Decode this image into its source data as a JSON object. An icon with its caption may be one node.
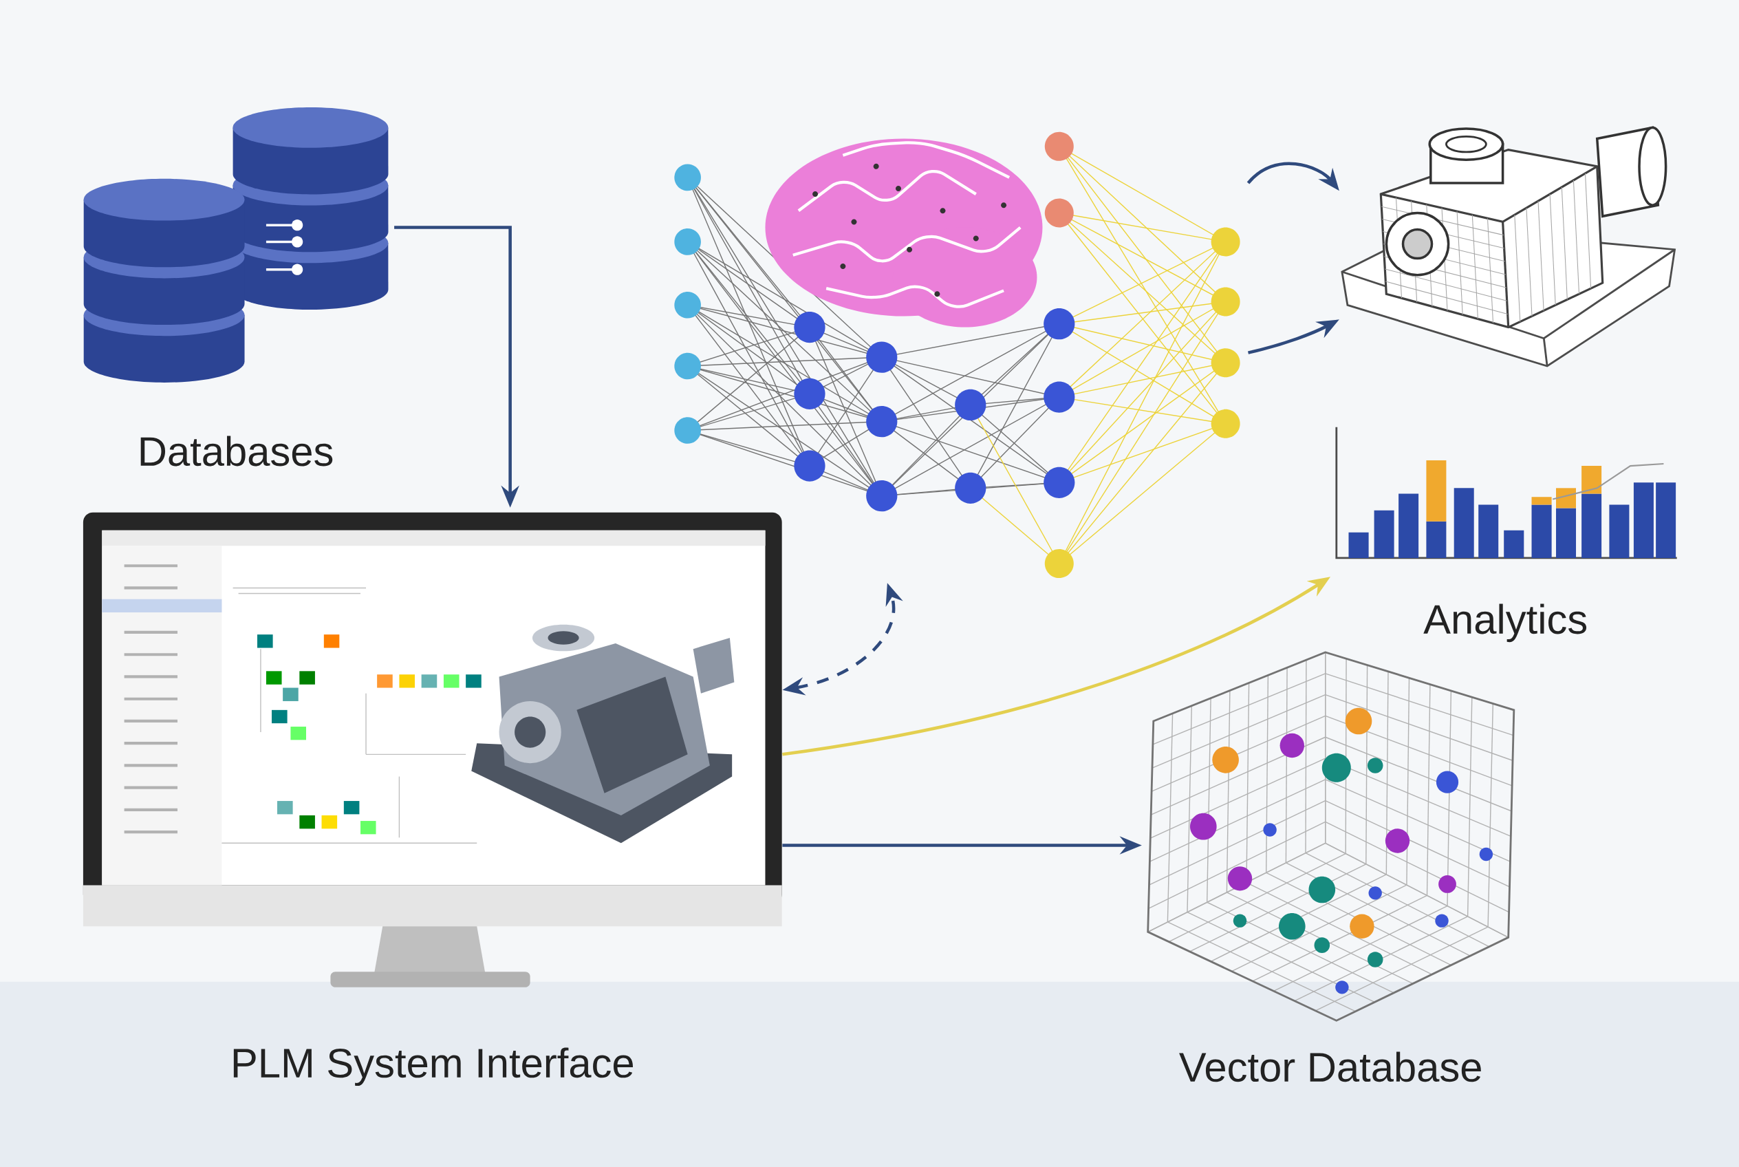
{
  "diagram": {
    "nodes": [
      {
        "text": [
          "Databases"
        ]
      },
      {
        "text": [
          "PLM System Interface"
        ]
      },
      {
        "text": [],
        "shape": "picture"
      },
      {
        "text": [],
        "shape": "picture"
      },
      {
        "text": [
          "Analytics"
        ]
      },
      {
        "text": [
          "Vector Database"
        ]
      }
    ],
    "edges": [
      {
        "from": 0,
        "to": 1,
        "arrow": "to"
      },
      {
        "from": 1,
        "to": 2,
        "arrow": "both",
        "style": "dashed"
      },
      {
        "from": 2,
        "to": 3,
        "arrow": "to"
      },
      {
        "from": 2,
        "to": 3,
        "arrow": "to"
      },
      {
        "from": 1,
        "to": 4,
        "arrow": "to",
        "color": "#e3cf4f"
      },
      {
        "from": 1,
        "to": 5,
        "arrow": "to"
      }
    ]
  }
}
